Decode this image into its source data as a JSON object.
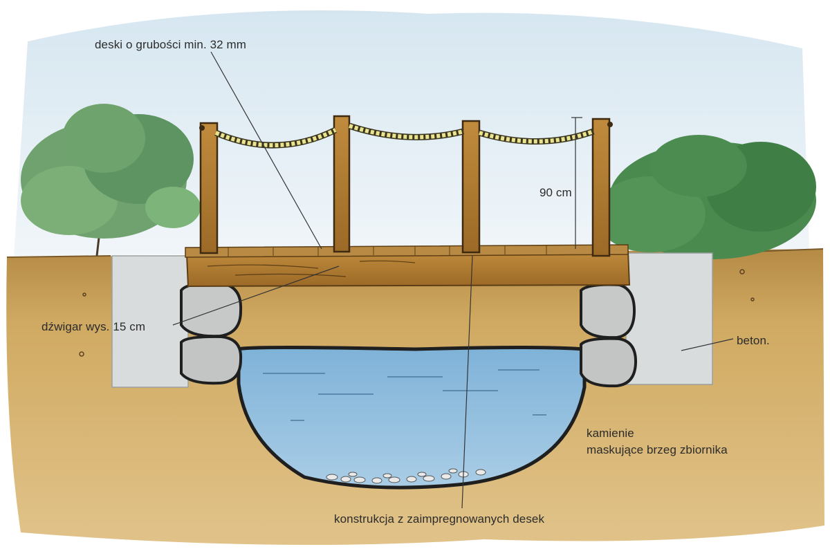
{
  "labels": {
    "boards": "deski o grubości min. 32 mm",
    "height": "90 cm",
    "girder": "dźwigar wys. 15 cm",
    "concrete": "beton.",
    "stones_line1": "kamienie",
    "stones_line2": "maskujące brzeg zbiornika",
    "construction": "konstrukcja z zaimpregnowanych desek"
  },
  "colors": {
    "sky": "#dbe8f1",
    "soil": "#c9a45f",
    "grass": "#4f8a52",
    "wood": "#b07c33",
    "water": "#8fbcdc",
    "concrete": "#d9dcdc",
    "stone": "#c7c9c8",
    "rope": "#e8e08a"
  }
}
